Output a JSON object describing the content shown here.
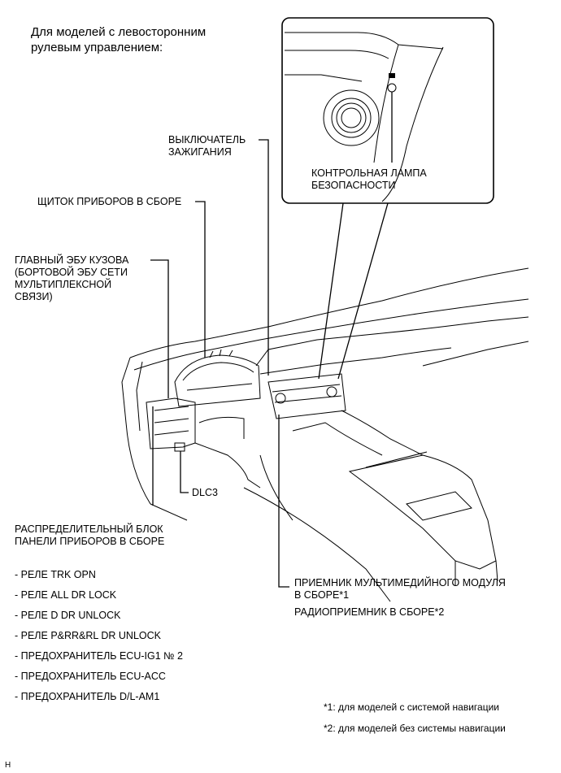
{
  "header": {
    "line1": "Для моделей с левосторонним",
    "line2": "рулевым управлением:"
  },
  "labels": {
    "ignition_switch": [
      "ВЫКЛЮЧАТЕЛЬ",
      "ЗАЖИГАНИЯ"
    ],
    "security_lamp": [
      "КОНТРОЛЬНАЯ ЛАМПА",
      "БЕЗОПАСНОСТИ"
    ],
    "instrument_panel": "ЩИТОК ПРИБОРОВ В СБОРЕ",
    "main_body_ecu": [
      "ГЛАВНЫЙ ЭБУ КУЗОВА",
      "(БОРТОВОЙ ЭБУ СЕТИ",
      "МУЛЬТИПЛЕКСНОЙ",
      "СВЯЗИ)"
    ],
    "dlc3": "DLC3",
    "junction_block": [
      "РАСПРЕДЕЛИТЕЛЬНЫЙ БЛОК",
      "ПАНЕЛИ ПРИБОРОВ В СБОРЕ"
    ],
    "multimedia_receiver": [
      "ПРИЕМНИК МУЛЬТИМЕДИЙНОГО МОДУЛЯ",
      "В СБОРЕ*1"
    ],
    "radio_receiver": "РАДИОПРИЕМНИК В СБОРЕ*2"
  },
  "relay_list": [
    "- РЕЛЕ TRK OPN",
    "- РЕЛЕ ALL DR LOCK",
    "- РЕЛЕ D DR UNLOCK",
    "- РЕЛЕ P&RR&RL DR UNLOCK",
    "- ПРЕДОХРАНИТЕЛЬ ECU-IG1 № 2",
    "- ПРЕДОХРАНИТЕЛЬ ECU-ACC",
    "- ПРЕДОХРАНИТЕЛЬ D/L-AM1"
  ],
  "footnotes": [
    "*1: для моделей с системой навигации",
    "*2: для моделей без системы навигации"
  ],
  "corner_code": "H"
}
